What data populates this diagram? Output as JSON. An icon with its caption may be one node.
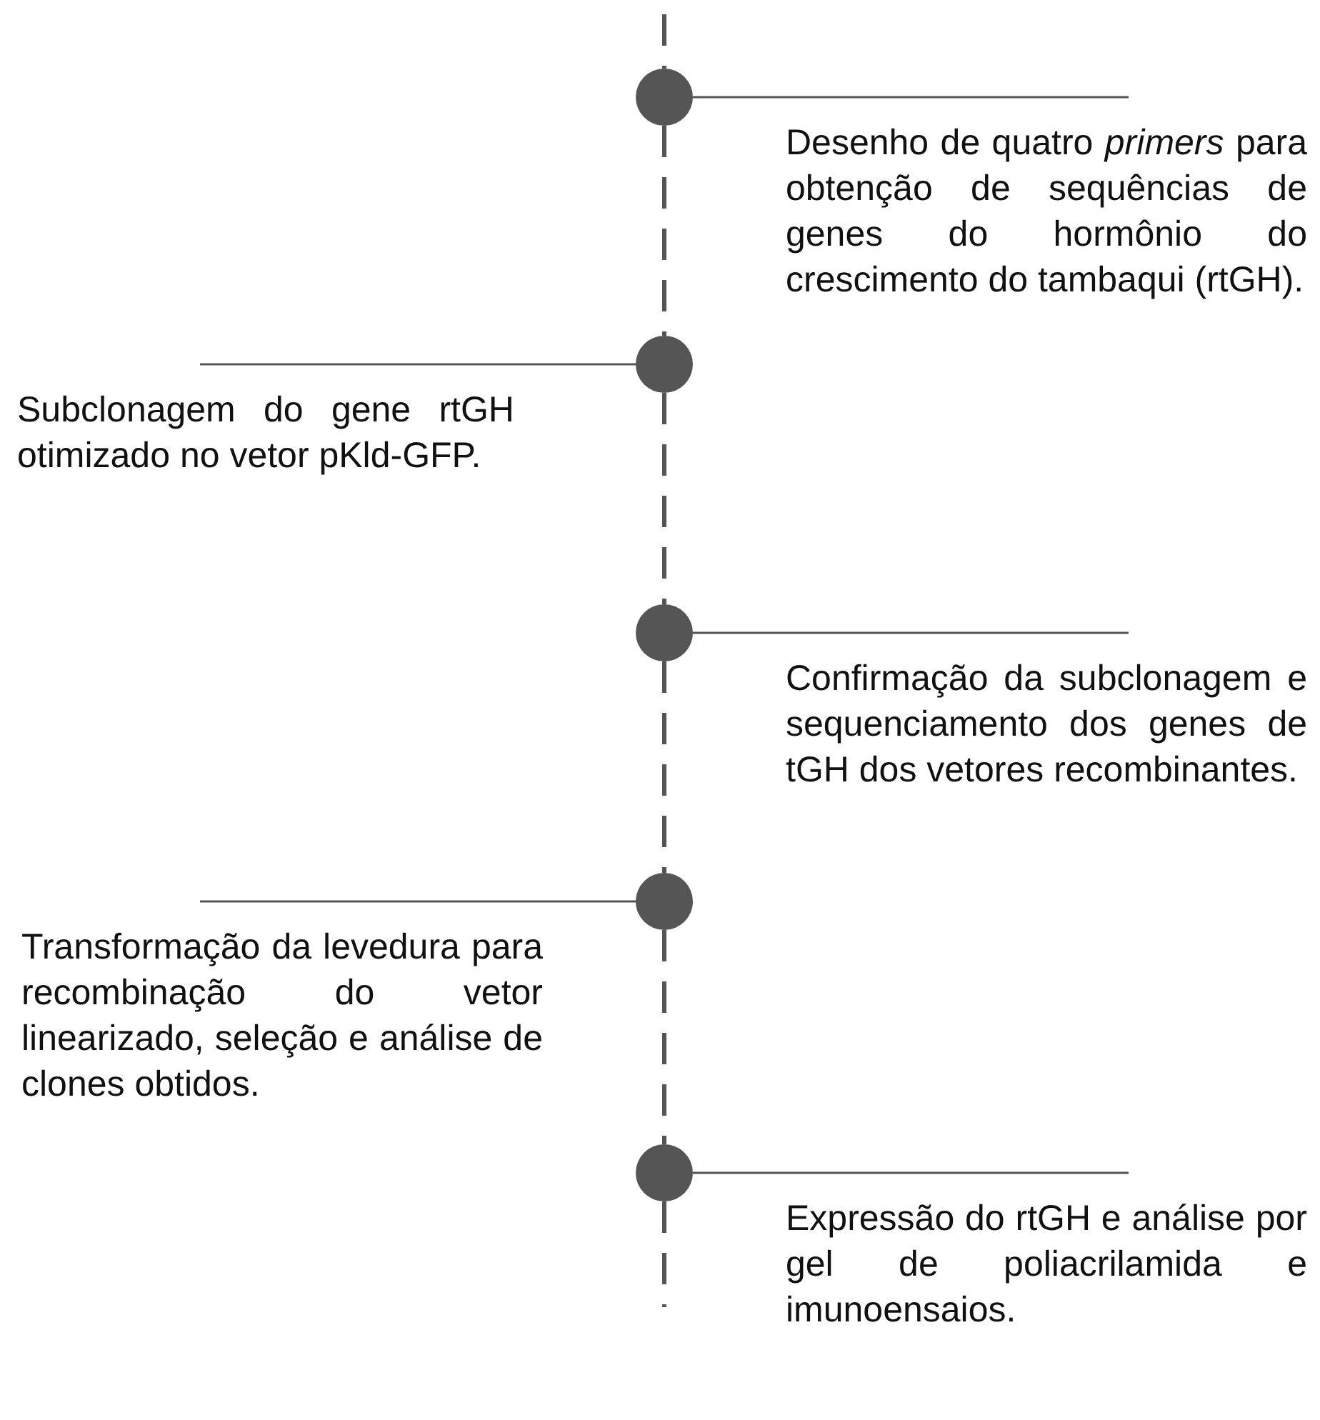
{
  "diagram": {
    "nodes": [
      {
        "text": [],
        "shape": "circle"
      },
      {
        "text": [
          "Desenho de quatro *primers* para obtenção de sequências de genes do hormônio do crescimento do tambaqui (rtGH)."
        ]
      },
      {
        "text": [],
        "shape": "circle"
      },
      {
        "text": [
          "Subclonagem do gene rtGH otimizado no vetor pKld-GFP."
        ]
      },
      {
        "text": [],
        "shape": "circle"
      },
      {
        "text": [
          "Confirmação da subclonagem e sequenciamento dos genes de tGH dos vetores recombinantes."
        ]
      },
      {
        "text": [],
        "shape": "circle"
      },
      {
        "text": [
          "Transformação da levedura para recombinação do vetor linearizado, seleção e análise de clones obtidos."
        ]
      },
      {
        "text": [],
        "shape": "circle"
      },
      {
        "text": [
          "Expressão do rtGH e análise por gel de poliacrilamida e imunoensaios."
        ]
      }
    ],
    "edges": [
      {
        "from": null,
        "to": 0,
        "arrow": "none",
        "style": "dashed"
      },
      {
        "from": 0,
        "to": 2,
        "arrow": "none",
        "style": "dashed"
      },
      {
        "from": 2,
        "to": 4,
        "arrow": "none",
        "style": "dashed"
      },
      {
        "from": 4,
        "to": 6,
        "arrow": "none",
        "style": "dashed"
      },
      {
        "from": 6,
        "to": 8,
        "arrow": "none",
        "style": "dashed"
      },
      {
        "from": 8,
        "to": null,
        "arrow": "none",
        "style": "dashed"
      },
      {
        "from": 0,
        "to": 1,
        "arrow": "none"
      },
      {
        "from": 2,
        "to": 3,
        "arrow": "none"
      },
      {
        "from": 4,
        "to": 5,
        "arrow": "none"
      },
      {
        "from": 6,
        "to": 7,
        "arrow": "none"
      },
      {
        "from": 8,
        "to": 9,
        "arrow": "none"
      }
    ]
  }
}
